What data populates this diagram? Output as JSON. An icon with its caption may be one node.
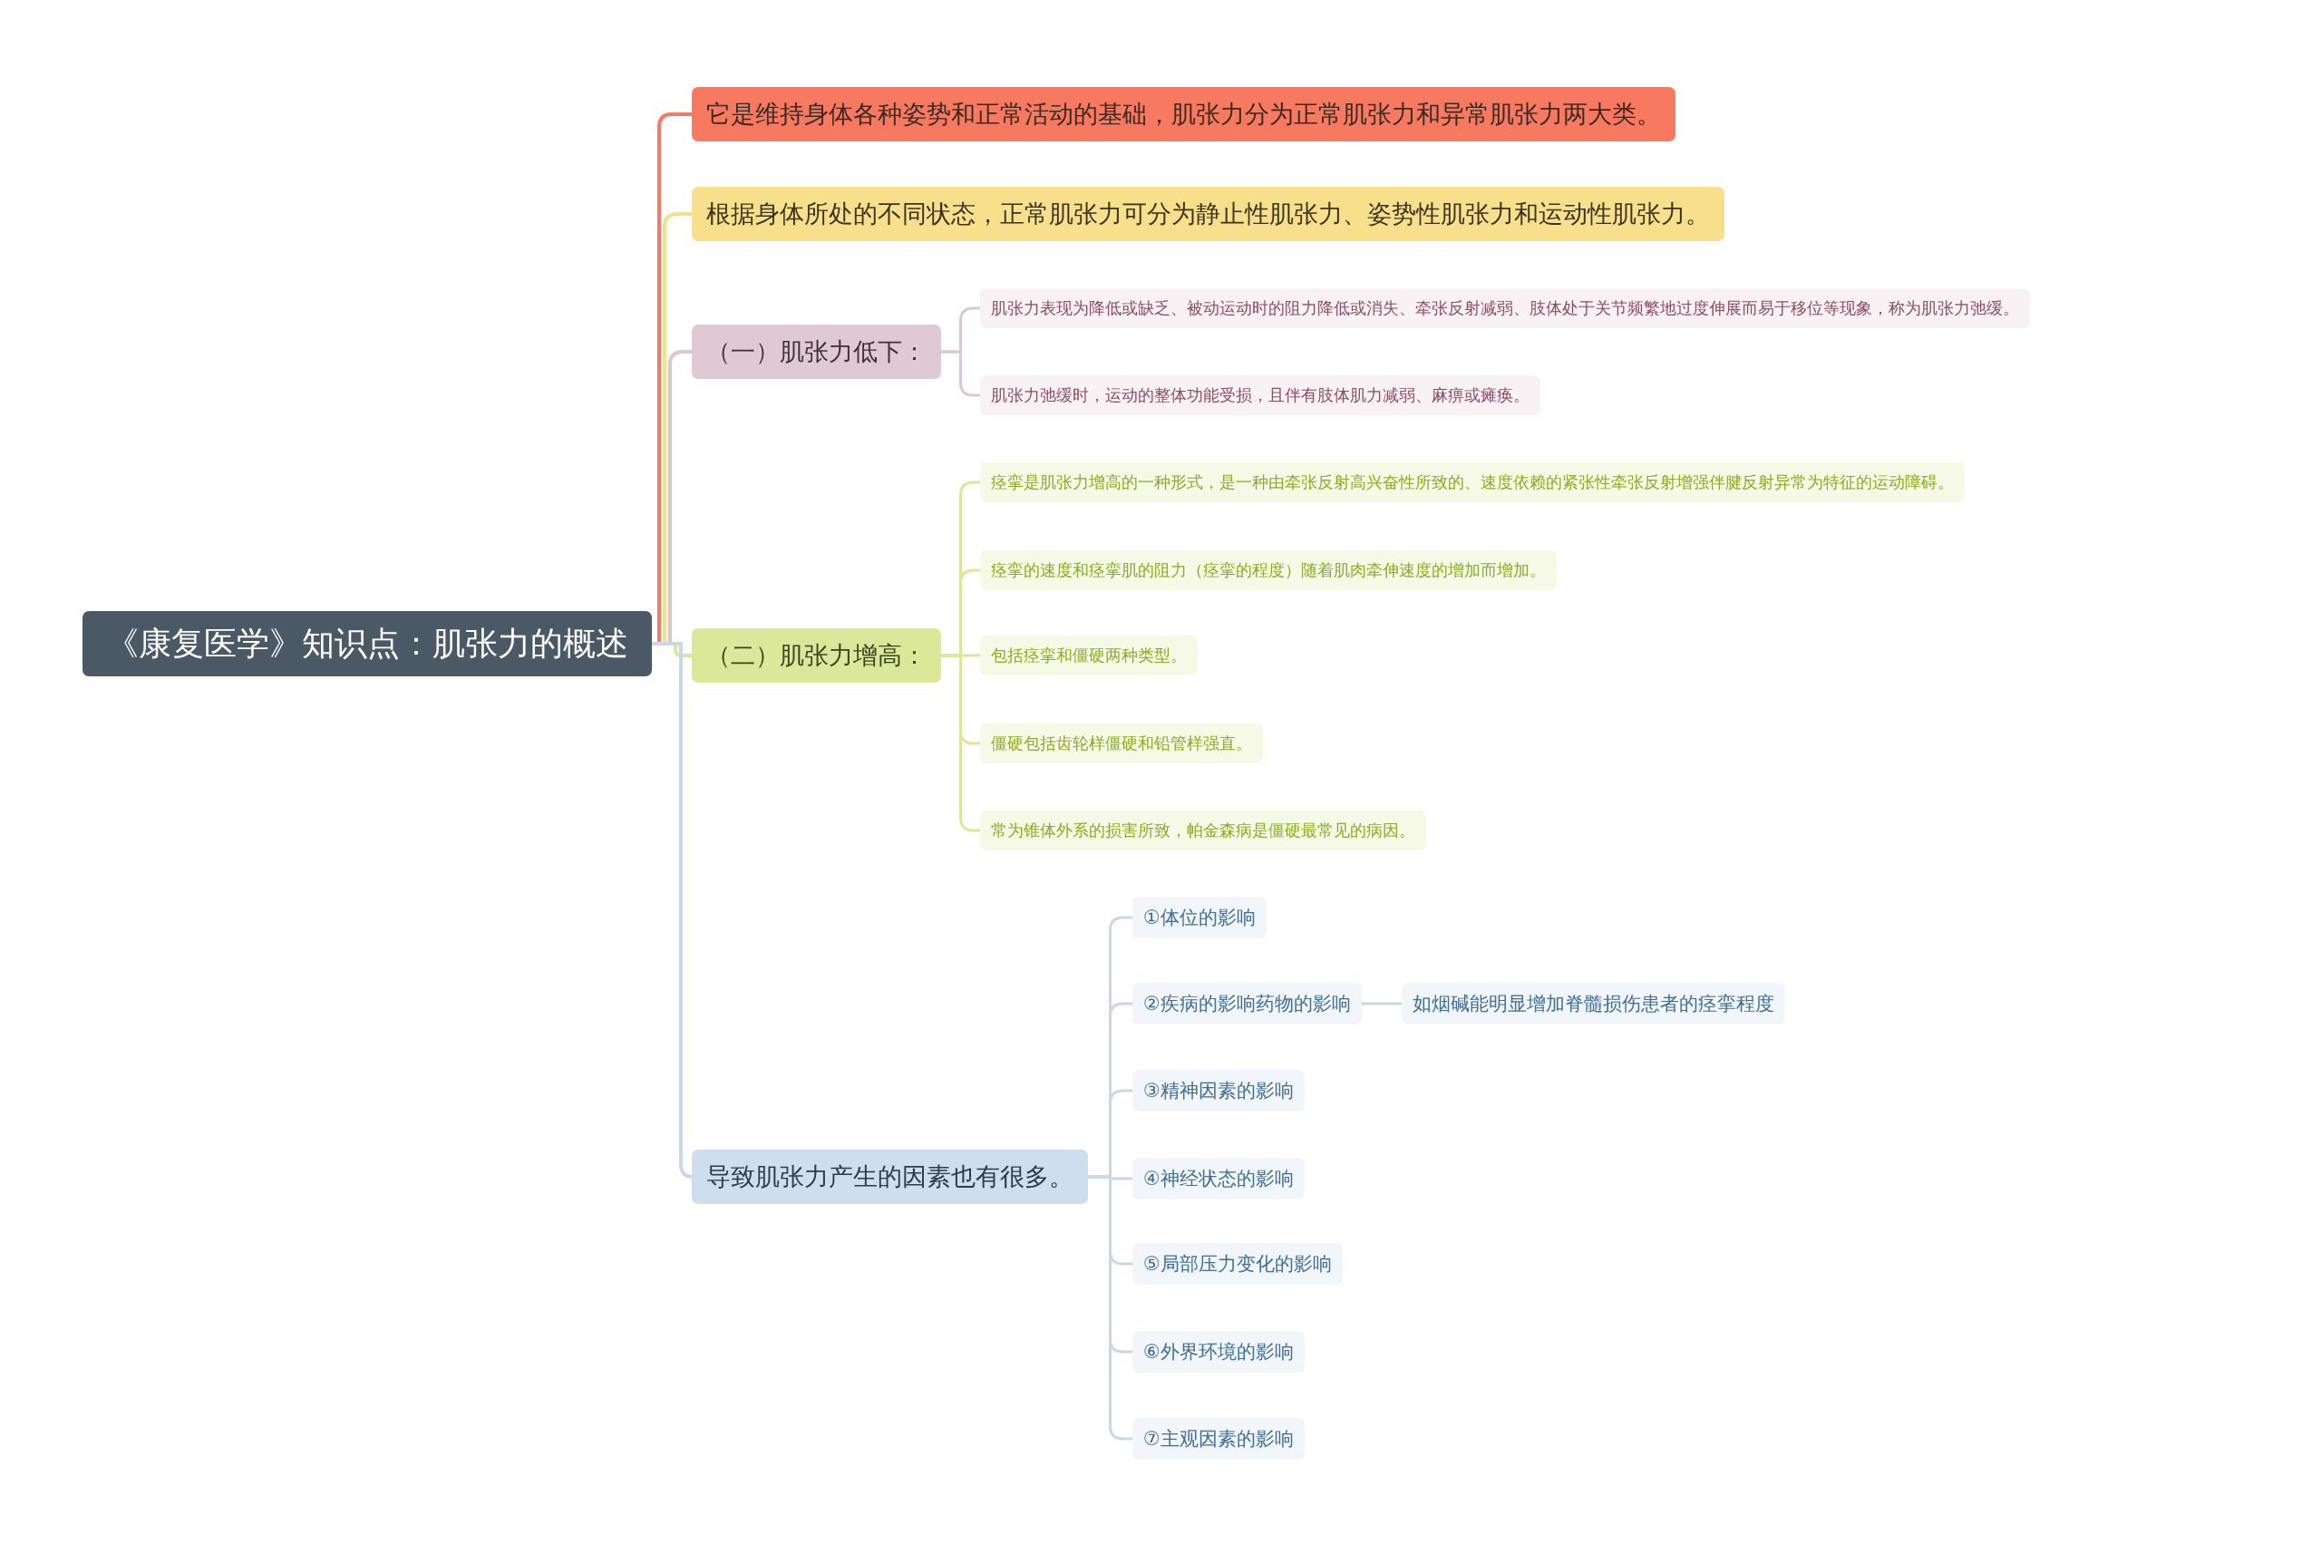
{
  "diagram": {
    "nodes": [
      {
        "text": [
          "《康复医学》知识点：肌张力的概述"
        ]
      },
      {
        "text": [
          "它是维持身体各种姿势和正常活动的基础，肌张力分为正常肌张力和异常肌张力两大类。"
        ]
      },
      {
        "text": [
          "根据身体所处的不同状态，正常肌张力可分为静止性肌张力、姿势性肌张力和运动性肌张力。"
        ]
      },
      {
        "text": [
          "（一）肌张力低下："
        ]
      },
      {
        "text": [
          "肌张力表现为降低或缺乏、被动运动时的阻力降低或消失、牵张反射减弱、肢体处于关节频繁地过度伸展而易于移位等现象，称为肌张力弛缓。"
        ]
      },
      {
        "text": [
          "肌张力弛缓时，运动的整体功能受损，且伴有肢体肌力减弱、麻痹或瘫痪。"
        ]
      },
      {
        "text": [
          "（二）肌张力增高："
        ]
      },
      {
        "text": [
          "痉挛是肌张力增高的一种形式，是一种由牵张反射高兴奋性所致的、速度依赖的紧张性牵张反射增强伴腱反射异常为特征的运动障碍。"
        ]
      },
      {
        "text": [
          "痉挛的速度和痉挛肌的阻力（痉挛的程度）随着肌肉牵伸速度的增加而增加。"
        ]
      },
      {
        "text": [
          "包括痉挛和僵硬两种类型。"
        ]
      },
      {
        "text": [
          "僵硬包括齿轮样僵硬和铅管样强直。"
        ]
      },
      {
        "text": [
          "常为锥体外系的损害所致，帕金森病是僵硬最常见的病因。"
        ]
      },
      {
        "text": [
          "导致肌张力产生的因素也有很多。"
        ]
      },
      {
        "text": [
          "①体位的影响"
        ]
      },
      {
        "text": [
          "②疾病的影响药物的影响"
        ]
      },
      {
        "text": [
          "③精神因素的影响"
        ]
      },
      {
        "text": [
          "④神经状态的影响"
        ]
      },
      {
        "text": [
          "⑤局部压力变化的影响"
        ]
      },
      {
        "text": [
          "⑥外界环境的影响"
        ]
      },
      {
        "text": [
          "⑦主观因素的影响"
        ]
      },
      {
        "text": [
          "如烟碱能明显增加脊髓损伤患者的痉挛程度"
        ]
      }
    ],
    "edges": [
      {
        "from": 0,
        "to": 1,
        "arrow": "none",
        "color": "#f7795f"
      },
      {
        "from": 0,
        "to": 2,
        "arrow": "none",
        "color": "#f8df8c"
      },
      {
        "from": 0,
        "to": 3,
        "arrow": "none",
        "color": "#dcc6cf"
      },
      {
        "from": 3,
        "to": 4,
        "arrow": "none",
        "color": "#dcc6cf"
      },
      {
        "from": 3,
        "to": 5,
        "arrow": "none",
        "color": "#dcc6cf"
      },
      {
        "from": 0,
        "to": 6,
        "arrow": "none",
        "color": "#dbe89a"
      },
      {
        "from": 6,
        "to": 7,
        "arrow": "none",
        "color": "#dbe89a"
      },
      {
        "from": 6,
        "to": 8,
        "arrow": "none",
        "color": "#dbe89a"
      },
      {
        "from": 6,
        "to": 9,
        "arrow": "none",
        "color": "#dbe89a"
      },
      {
        "from": 6,
        "to": 10,
        "arrow": "none",
        "color": "#dbe89a"
      },
      {
        "from": 6,
        "to": 11,
        "arrow": "none",
        "color": "#dbe89a"
      },
      {
        "from": 0,
        "to": 12,
        "arrow": "none"
      },
      {
        "from": 12,
        "to": 13,
        "arrow": "none"
      },
      {
        "from": 12,
        "to": 14,
        "arrow": "none"
      },
      {
        "from": 12,
        "to": 15,
        "arrow": "none"
      },
      {
        "from": 12,
        "to": 16,
        "arrow": "none"
      },
      {
        "from": 12,
        "to": 17,
        "arrow": "none"
      },
      {
        "from": 12,
        "to": 18,
        "arrow": "none"
      },
      {
        "from": 12,
        "to": 19,
        "arrow": "none"
      },
      {
        "from": 14,
        "to": 20,
        "arrow": "none"
      }
    ]
  }
}
